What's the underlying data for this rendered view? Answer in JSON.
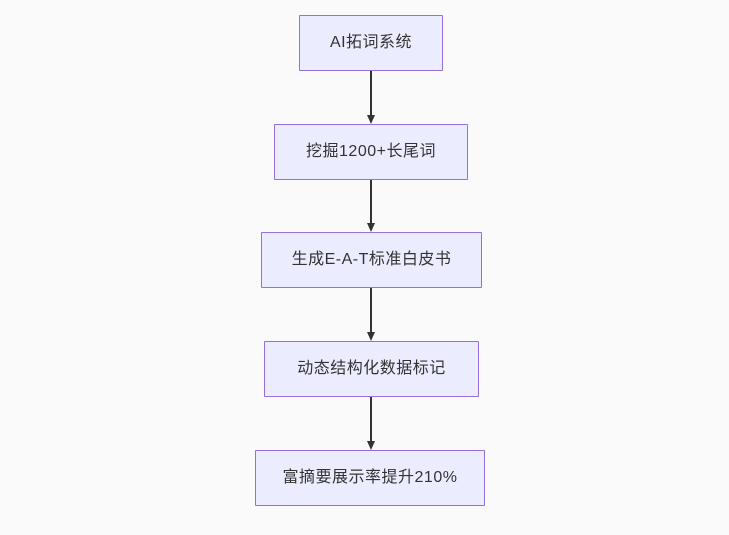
{
  "diagram": {
    "type": "flowchart",
    "direction": "top-down",
    "nodes": [
      {
        "id": "A",
        "label": "AI拓词系统"
      },
      {
        "id": "B",
        "label": "挖掘1200+长尾词"
      },
      {
        "id": "C",
        "label": "生成E-A-T标准白皮书"
      },
      {
        "id": "D",
        "label": "动态结构化数据标记"
      },
      {
        "id": "E",
        "label": "富摘要展示率提升210%"
      }
    ],
    "edges": [
      {
        "from": "A",
        "to": "B"
      },
      {
        "from": "B",
        "to": "C"
      },
      {
        "from": "C",
        "to": "D"
      },
      {
        "from": "D",
        "to": "E"
      }
    ],
    "colors": {
      "background": "#fafafa",
      "node_fill": "#ececff",
      "node_border": "#9370db",
      "text": "#333333",
      "arrow": "#333333"
    }
  }
}
